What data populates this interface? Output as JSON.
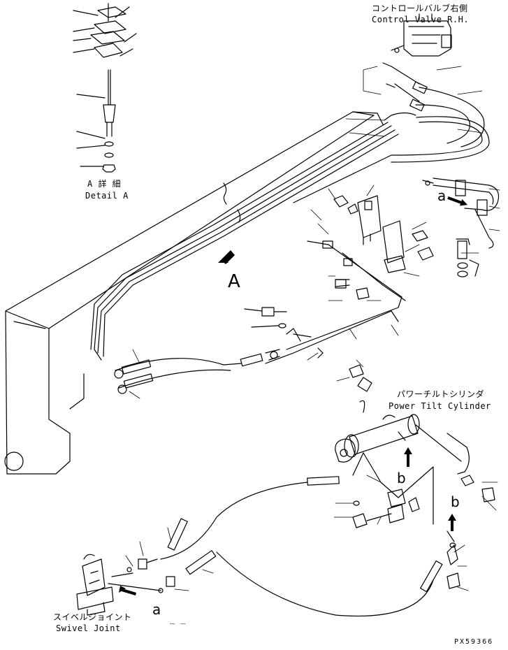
{
  "labels": {
    "control_valve_jp": "コントロールバルブ右側",
    "control_valve_en": "Control Valve R.H.",
    "detail_jp": "A 詳 細",
    "detail_en": "Detail A",
    "power_tilt_jp": "パワーチルトシリンダ",
    "power_tilt_en": "Power Tilt Cylinder",
    "swivel_jp": "スイベルジョイント",
    "swivel_en": "Swivel Joint",
    "ref_A": "A",
    "ref_a_upper": "a",
    "ref_a_lower": "a",
    "ref_b_upper": "b",
    "ref_b_lower": "b",
    "drawing_no": "PX59366"
  },
  "colors": {
    "line": "#000000",
    "background": "#ffffff"
  }
}
